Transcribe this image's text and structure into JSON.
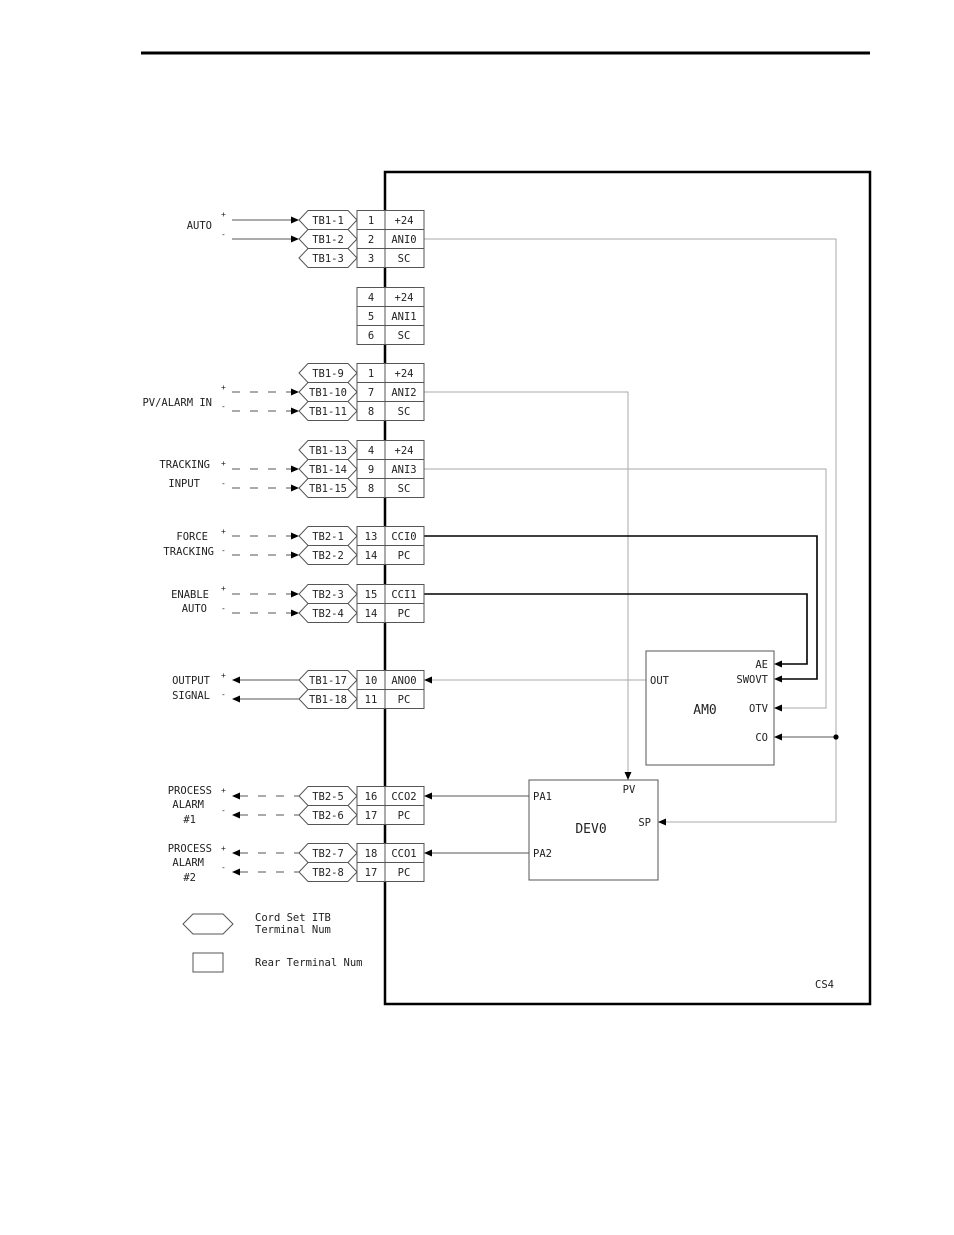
{
  "inputs": {
    "auto": "AUTO",
    "pv_alarm": "PV/ALARM IN",
    "tracking": "TRACKING",
    "tracking_input": "INPUT",
    "force": "FORCE",
    "force_tracking": "TRACKING",
    "enable": "ENABLE",
    "enable_auto": "AUTO",
    "output": "OUTPUT",
    "output_signal": "SIGNAL",
    "pa1_process": "PROCESS",
    "pa1_alarm": "ALARM",
    "pa1_num": "#1",
    "pa2_process": "PROCESS",
    "pa2_alarm": "ALARM",
    "pa2_num": "#2"
  },
  "polarity": {
    "plus": "+",
    "minus": "-"
  },
  "terminals": [
    {
      "tb": "TB1-1",
      "rear": "1",
      "func": "+24"
    },
    {
      "tb": "TB1-2",
      "rear": "2",
      "func": "ANI0"
    },
    {
      "tb": "TB1-3",
      "rear": "3",
      "func": "SC"
    },
    {
      "tb": "",
      "rear": "4",
      "func": "+24"
    },
    {
      "tb": "",
      "rear": "5",
      "func": "ANI1"
    },
    {
      "tb": "",
      "rear": "6",
      "func": "SC"
    },
    {
      "tb": "TB1-9",
      "rear": "1",
      "func": "+24"
    },
    {
      "tb": "TB1-10",
      "rear": "7",
      "func": "ANI2"
    },
    {
      "tb": "TB1-11",
      "rear": "8",
      "func": "SC"
    },
    {
      "tb": "TB1-13",
      "rear": "4",
      "func": "+24"
    },
    {
      "tb": "TB1-14",
      "rear": "9",
      "func": "ANI3"
    },
    {
      "tb": "TB1-15",
      "rear": "8",
      "func": "SC"
    },
    {
      "tb": "TB2-1",
      "rear": "13",
      "func": "CCI0"
    },
    {
      "tb": "TB2-2",
      "rear": "14",
      "func": "PC"
    },
    {
      "tb": "TB2-3",
      "rear": "15",
      "func": "CCI1"
    },
    {
      "tb": "TB2-4",
      "rear": "14",
      "func": "PC"
    },
    {
      "tb": "TB1-17",
      "rear": "10",
      "func": "ANO0"
    },
    {
      "tb": "TB1-18",
      "rear": "11",
      "func": "PC"
    },
    {
      "tb": "TB2-5",
      "rear": "16",
      "func": "CCO2"
    },
    {
      "tb": "TB2-6",
      "rear": "17",
      "func": "PC"
    },
    {
      "tb": "TB2-7",
      "rear": "18",
      "func": "CCO1"
    },
    {
      "tb": "TB2-8",
      "rear": "17",
      "func": "PC"
    }
  ],
  "am0": {
    "name": "AM0",
    "ae": "AE",
    "swovt": "SWOVT",
    "otv": "OTV",
    "co": "CO",
    "out": "OUT"
  },
  "dev0": {
    "name": "DEV0",
    "pa1": "PA1",
    "pa2": "PA2",
    "pv": "PV",
    "sp": "SP"
  },
  "legend": {
    "cord_line1": "Cord Set ITB",
    "cord_line2": "Terminal Num",
    "rear": "Rear Terminal Num"
  },
  "drawing_code": "CS4"
}
